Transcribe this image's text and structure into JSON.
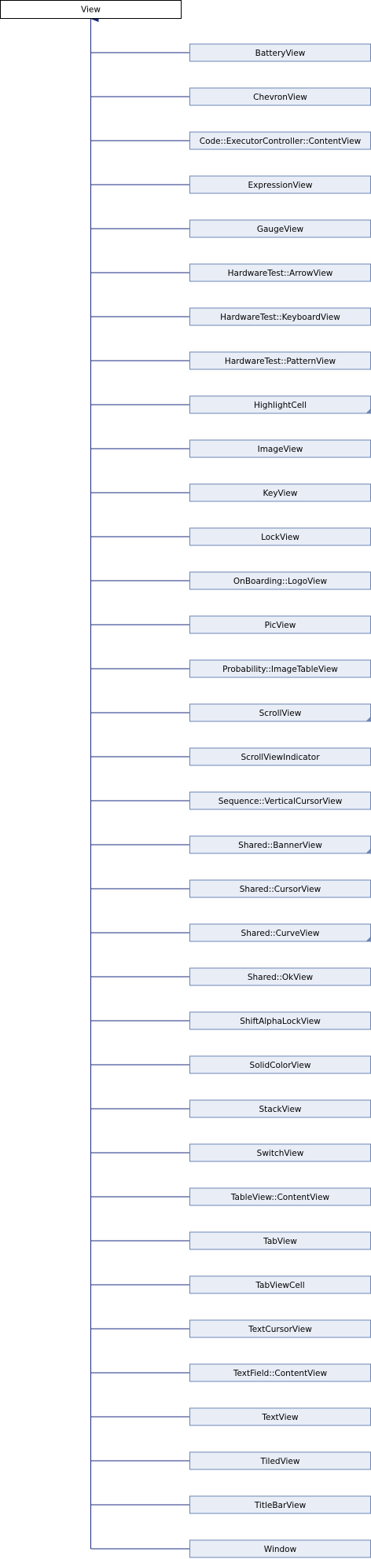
{
  "diagram": {
    "root": {
      "label": "View"
    },
    "children": [
      {
        "label": "BatteryView",
        "has_more": false
      },
      {
        "label": "ChevronView",
        "has_more": false
      },
      {
        "label": "Code::ExecutorController::ContentView",
        "has_more": false
      },
      {
        "label": "ExpressionView",
        "has_more": false
      },
      {
        "label": "GaugeView",
        "has_more": false
      },
      {
        "label": "HardwareTest::ArrowView",
        "has_more": false
      },
      {
        "label": "HardwareTest::KeyboardView",
        "has_more": false
      },
      {
        "label": "HardwareTest::PatternView",
        "has_more": false
      },
      {
        "label": "HighlightCell",
        "has_more": true
      },
      {
        "label": "ImageView",
        "has_more": false
      },
      {
        "label": "KeyView",
        "has_more": false
      },
      {
        "label": "LockView",
        "has_more": false
      },
      {
        "label": "OnBoarding::LogoView",
        "has_more": false
      },
      {
        "label": "PicView",
        "has_more": false
      },
      {
        "label": "Probability::ImageTableView",
        "has_more": false
      },
      {
        "label": "ScrollView",
        "has_more": true
      },
      {
        "label": "ScrollViewIndicator",
        "has_more": false
      },
      {
        "label": "Sequence::VerticalCursorView",
        "has_more": false
      },
      {
        "label": "Shared::BannerView",
        "has_more": true
      },
      {
        "label": "Shared::CursorView",
        "has_more": false
      },
      {
        "label": "Shared::CurveView",
        "has_more": true
      },
      {
        "label": "Shared::OkView",
        "has_more": false
      },
      {
        "label": "ShiftAlphaLockView",
        "has_more": false
      },
      {
        "label": "SolidColorView",
        "has_more": false
      },
      {
        "label": "StackView",
        "has_more": false
      },
      {
        "label": "SwitchView",
        "has_more": false
      },
      {
        "label": "TableView::ContentView",
        "has_more": false
      },
      {
        "label": "TabView",
        "has_more": false
      },
      {
        "label": "TabViewCell",
        "has_more": false
      },
      {
        "label": "TextCursorView",
        "has_more": false
      },
      {
        "label": "TextField::ContentView",
        "has_more": false
      },
      {
        "label": "TextView",
        "has_more": false
      },
      {
        "label": "TiledView",
        "has_more": false
      },
      {
        "label": "TitleBarView",
        "has_more": false
      },
      {
        "label": "Window",
        "has_more": false
      }
    ]
  },
  "colors": {
    "root_fill": "#ffffff",
    "root_border": "#000000",
    "node_fill": "#e8edf6",
    "node_border": "#6c86b5",
    "edge": "#1b2b7f",
    "more_marker": "#6c86b5"
  }
}
